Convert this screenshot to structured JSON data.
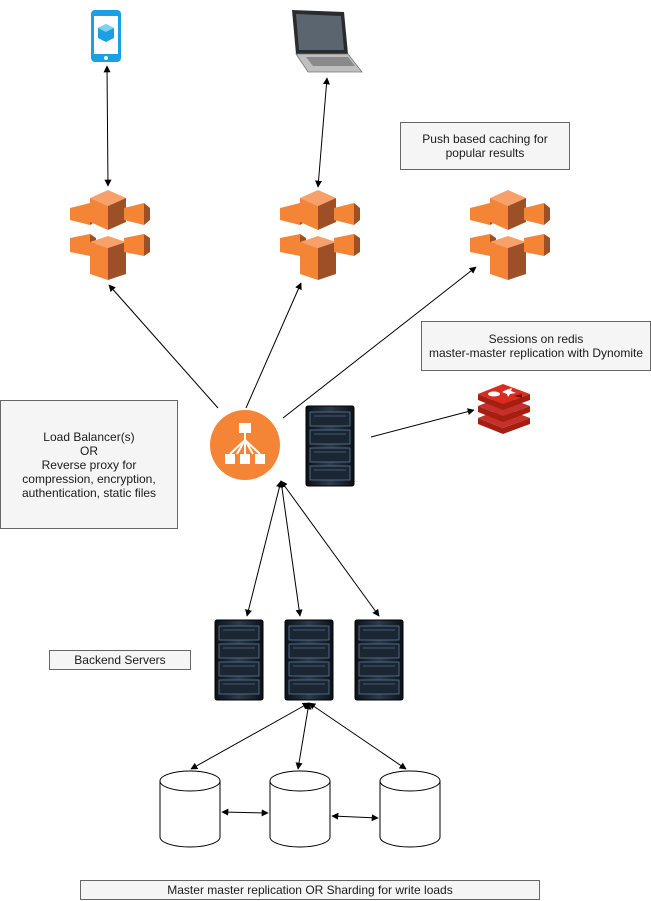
{
  "notes": {
    "push_caching": "Push based caching for\npopular results",
    "sessions": "Sessions on redis\nmaster-master replication with Dynomite",
    "load_balancer": "Load Balancer(s)\nOR\nReverse proxy for compression, encryption, authentication, static files",
    "backend": "Backend Servers",
    "database": "Master master replication OR Sharding for write loads"
  },
  "icons": {
    "clients": [
      "mobile-phone-icon",
      "laptop-icon"
    ],
    "cache_nodes": [
      "cloudfront-cache-icon",
      "cloudfront-cache-icon",
      "cloudfront-cache-icon"
    ],
    "load_balancer": "load-balancer-icon",
    "servers": [
      "server-rack-icon",
      "server-rack-icon",
      "server-rack-icon",
      "server-rack-icon"
    ],
    "session_store": "redis-icon",
    "databases": [
      "database-icon",
      "database-icon",
      "database-icon"
    ]
  },
  "colors": {
    "aws_orange": "#f58536",
    "aws_orange_dark": "#9d5025",
    "load_balancer": "#f58536",
    "redis": "#c6302b",
    "mobile": "#1ba1e2",
    "server": "#1f2a36",
    "note_bg": "#f5f5f5",
    "note_border": "#666666"
  }
}
